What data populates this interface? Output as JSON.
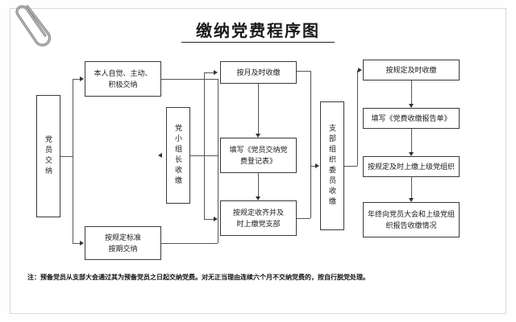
{
  "document": {
    "title": "缴纳党费程序图",
    "note": "注：预备党员从支部大会通过其为预备党员之日起交纳党费。对无正当理由连续六个月不交纳党费的，按自行脱党处理。",
    "decoration_icon": "paperclip-icon",
    "colors": {
      "page_background": "#ffffff",
      "box_border": "#3a3a3a",
      "connector": "#555555",
      "text": "#1a1a1a",
      "paperclip": "#7a7a7a"
    }
  },
  "flowchart": {
    "type": "flow-diagram",
    "orientation": "left-to-right",
    "nodes": [
      {
        "id": "n1",
        "label": "党员交纳",
        "orientation": "vertical",
        "column": 1
      },
      {
        "id": "n2",
        "label": "本人自觉、主动、积极交纳",
        "lines": [
          "本人自觉、主动、",
          "积极交纳"
        ],
        "orientation": "horizontal",
        "column": 2
      },
      {
        "id": "n3",
        "label": "按规定标准按期交纳",
        "lines": [
          "按规定标准",
          "按期交纳"
        ],
        "orientation": "horizontal",
        "column": 2
      },
      {
        "id": "n4",
        "label": "党小组长收缴",
        "orientation": "vertical",
        "column": 3
      },
      {
        "id": "n5",
        "label": "按月及时收缴",
        "lines": [
          "按月及时收缴"
        ],
        "orientation": "horizontal",
        "column": 4
      },
      {
        "id": "n6",
        "label": "填写《党员交纳党费登记表》",
        "lines": [
          "填写《党员交纳党",
          "费登记表》"
        ],
        "orientation": "horizontal",
        "column": 4
      },
      {
        "id": "n7",
        "label": "按规定收齐并及时上缴党支部",
        "lines": [
          "按规定收齐并及",
          "时上缴党支部"
        ],
        "orientation": "horizontal",
        "column": 4
      },
      {
        "id": "n8",
        "label": "支部组织委员收缴",
        "orientation": "vertical",
        "column": 5
      },
      {
        "id": "n9",
        "label": "按规定及时收缴",
        "lines": [
          "按规定及时收缴"
        ],
        "orientation": "horizontal",
        "column": 6
      },
      {
        "id": "n10",
        "label": "填写《党费收缴报告单》",
        "lines": [
          "填写《党费收缴报告单》"
        ],
        "orientation": "horizontal",
        "column": 6
      },
      {
        "id": "n11",
        "label": "按规定及时上缴上级党组织",
        "lines": [
          "按规定及时上缴上级党组织"
        ],
        "orientation": "horizontal",
        "column": 6
      },
      {
        "id": "n12",
        "label": "年终向党员大会和上级党组织报告收缴情况",
        "lines": [
          "年终向党员大会和上级党组",
          "织报告收缴情况"
        ],
        "orientation": "horizontal",
        "column": 6
      }
    ],
    "edges": [
      {
        "from": "n1",
        "to": "n2"
      },
      {
        "from": "n1",
        "to": "n3"
      },
      {
        "from": "n2",
        "to": "n4"
      },
      {
        "from": "n3",
        "to": "n4"
      },
      {
        "from": "n4",
        "to": "n5"
      },
      {
        "from": "n5",
        "to": "n6"
      },
      {
        "from": "n6",
        "to": "n7"
      },
      {
        "from": "n4",
        "to": "n7"
      },
      {
        "from": "n7",
        "to": "n8"
      },
      {
        "from": "n5",
        "to": "n8"
      },
      {
        "from": "n8",
        "to": "n9"
      },
      {
        "from": "n9",
        "to": "n10"
      },
      {
        "from": "n10",
        "to": "n11"
      },
      {
        "from": "n11",
        "to": "n12"
      }
    ]
  }
}
